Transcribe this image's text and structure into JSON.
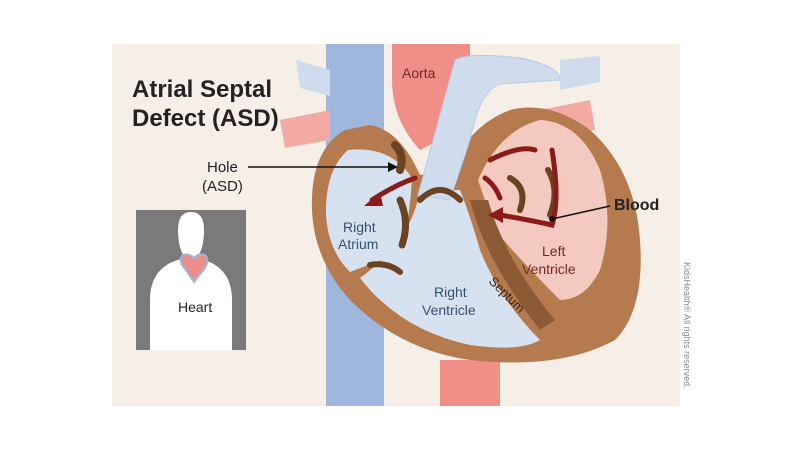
{
  "title_line1": "Atrial Septal",
  "title_line2": "Defect (ASD)",
  "labels": {
    "hole_line1": "Hole",
    "hole_line2": "(ASD)",
    "aorta": "Aorta",
    "blood": "Blood",
    "right_atrium_line1": "Right",
    "right_atrium_line2": "Atrium",
    "right_ventricle_line1": "Right",
    "right_ventricle_line2": "Ventricle",
    "left_ventricle_line1": "Left",
    "left_ventricle_line2": "Ventricle",
    "septum": "Septum",
    "heart": "Heart"
  },
  "credit": "KidsHealth® All rights reserved.",
  "colors": {
    "background": "#f6efe8",
    "vein_blue": "#9fb7dd",
    "artery_red": "#ef8f88",
    "muscle_brown": "#b57b4f",
    "chamber_blue": "#d7e2f1",
    "chamber_pink": "#f3c9c0",
    "blood_arrow": "#8c1b18",
    "inset_bg": "#7a7a7a"
  }
}
